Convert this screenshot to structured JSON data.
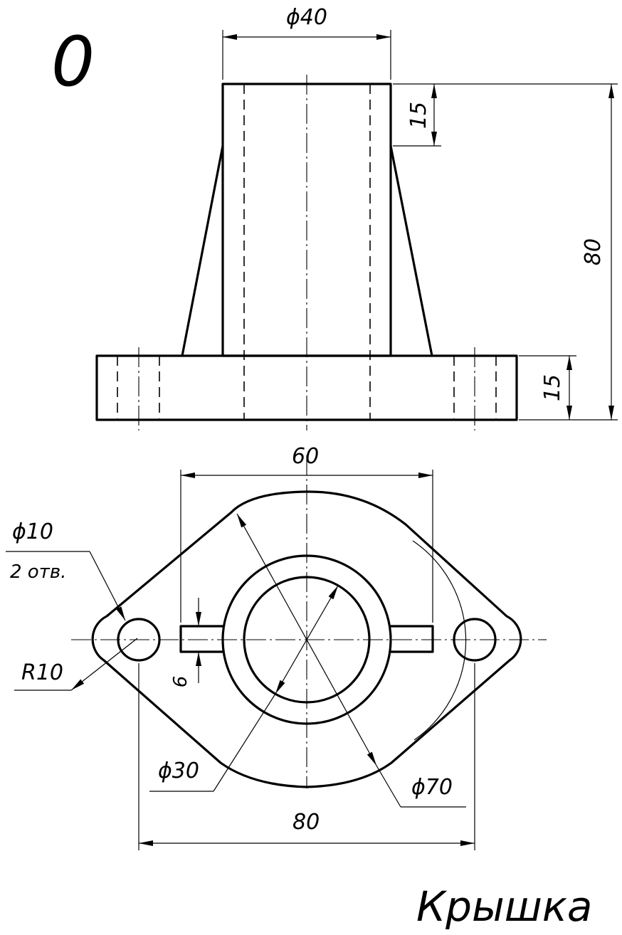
{
  "variant_label": "0",
  "part_title": "Крышка",
  "front_view": {
    "dim_top_diameter": "ϕ40",
    "dim_top_height": "15",
    "dim_total_height": "80",
    "dim_base_height": "15"
  },
  "top_view": {
    "dim_hole_spacing": "60",
    "dim_hole_diameter": "ϕ10",
    "dim_hole_count": "2 отв.",
    "dim_radius": "R10",
    "dim_slot_width": "6",
    "dim_inner_diameter": "ϕ30",
    "dim_outer_diameter": "ϕ70",
    "dim_overall_length": "80"
  }
}
